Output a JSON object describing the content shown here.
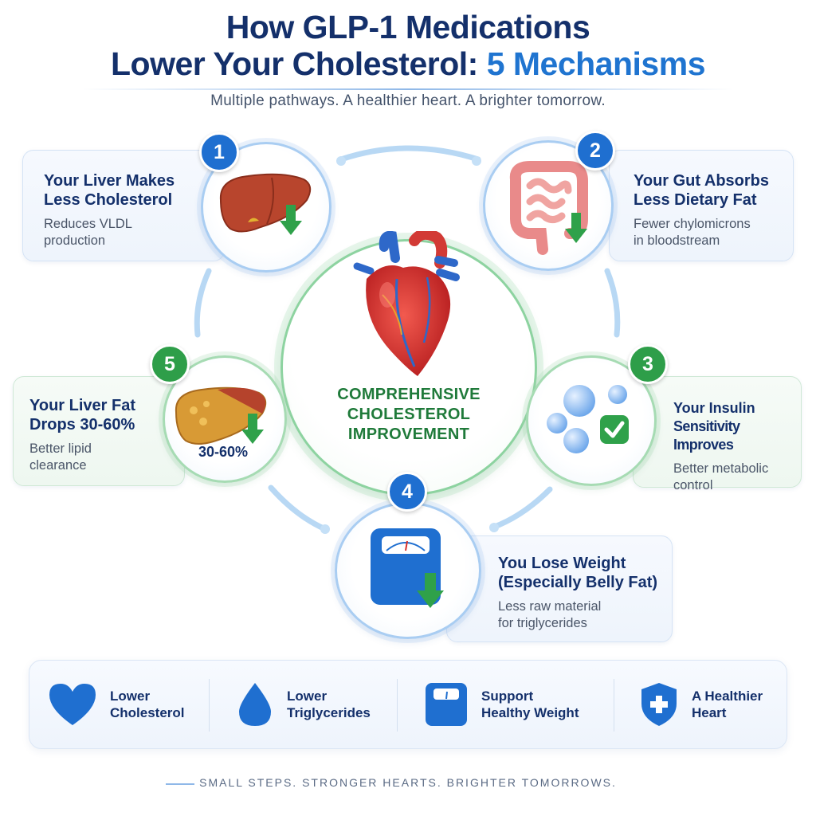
{
  "header": {
    "title_line1": "How GLP-1 Medications",
    "title_line2_main": "Lower Your Cholesterol: ",
    "title_line2_accent": "5 Mechanisms",
    "subtitle": "Multiple pathways. A healthier heart. A brighter tomorrow."
  },
  "center": {
    "line1": "COMPREHENSIVE",
    "line2": "CHOLESTEROL",
    "line3": "IMPROVEMENT"
  },
  "mechanisms": [
    {
      "number": "1",
      "title_line1": "Your Liver Makes",
      "title_line2": "Less Cholesterol",
      "desc_line1": "Reduces VLDL",
      "desc_line2": "production",
      "icon": "liver-icon",
      "color": "#1f6fd0"
    },
    {
      "number": "2",
      "title_line1": "Your Gut Absorbs",
      "title_line2": "Less Dietary Fat",
      "desc_line1": "Fewer chylomicrons",
      "desc_line2": "in bloodstream",
      "icon": "intestine-icon",
      "color": "#1f6fd0"
    },
    {
      "number": "3",
      "title_line1": "Your Insulin",
      "title_line2": "Sensitivity Improves",
      "desc_line1": "Better metabolic",
      "desc_line2": "control",
      "icon": "cells-check-icon",
      "color": "#2e9e49"
    },
    {
      "number": "4",
      "title_line1": "You Lose Weight",
      "title_line2": "(Especially Belly Fat)",
      "desc_line1": "Less raw material",
      "desc_line2": "for triglycerides",
      "icon": "scale-icon",
      "color": "#1f6fd0"
    },
    {
      "number": "5",
      "title_line1": "Your Liver Fat",
      "title_line2": "Drops 30-60%",
      "desc_line1": "Better lipid",
      "desc_line2": "clearance",
      "icon": "fatty-liver-icon",
      "icon_label": "30-60%",
      "color": "#2e9e49"
    }
  ],
  "benefits": [
    {
      "line1": "Lower",
      "line2": "Cholesterol",
      "icon": "heart-icon"
    },
    {
      "line1": "Lower",
      "line2": "Triglycerides",
      "icon": "drop-icon"
    },
    {
      "line1": "Support",
      "line2": "Healthy Weight",
      "icon": "scale-icon"
    },
    {
      "line1": "A Healthier",
      "line2": "Heart",
      "icon": "shield-icon"
    }
  ],
  "footer": "SMALL STEPS. STRONGER HEARTS. BRIGHTER TOMORROWS.",
  "colors": {
    "navy": "#14306b",
    "blue": "#1f6fd0",
    "green": "#2e9e49",
    "heart_red": "#d9302c",
    "arrow_green": "#2fa14a"
  }
}
